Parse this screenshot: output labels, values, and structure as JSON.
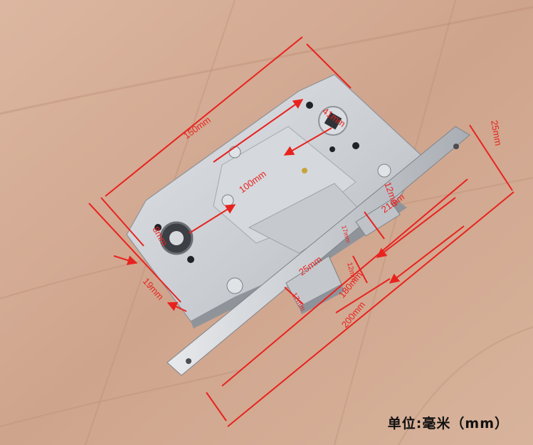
{
  "caption": "单位:毫米（mm）",
  "dimensions": {
    "backset": "150mm",
    "bolt_left": "41mm",
    "center_distance": "100mm",
    "faceplate_width": "25mm",
    "spindle_square": "8mm",
    "latch_height": "12mm",
    "latch_width": "21mm",
    "latch_depth": "17mm",
    "deadbolt_width": "25mm",
    "deadbolt_height": "12mm",
    "deadbolt_depth": "17mm",
    "edge_offset": "19mm",
    "faceplate_height_inner": "180mm",
    "faceplate_height_outer": "200mm"
  },
  "colors": {
    "wood_light": "#d9b39a",
    "wood_mid": "#c89c85",
    "wood_dark": "#b98a73",
    "metal": "#cfd2d6",
    "metal_shadow": "#9ea3a8",
    "dimension_red": "#e8231f"
  }
}
